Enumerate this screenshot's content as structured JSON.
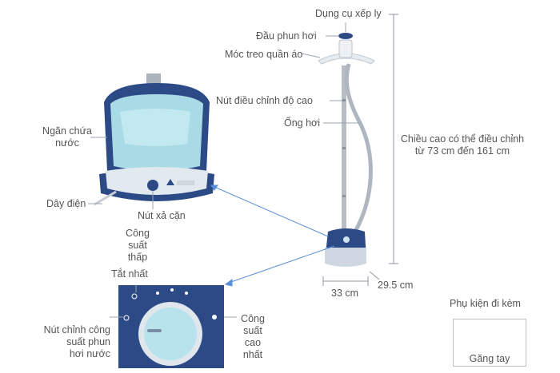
{
  "labels": {
    "pleat_tool": "Dụng cụ xếp ly",
    "spray_head": "Đầu phun hơi",
    "hanger": "Móc treo quần áo",
    "height_button": "Nút điều chỉnh độ cao",
    "steam_hose": "Ống hơi",
    "height_range_line1": "Chiều cao có thể điều chỉnh",
    "height_range_line2": "từ 73 cm đến 161 cm",
    "water_tank_line1": "Ngăn chứa",
    "water_tank_line2": "nước",
    "power_cord": "Dây điện",
    "drain_button": "Nút xả cặn",
    "low_power_line1": "Công",
    "low_power_line2": "suất",
    "low_power_line3": "thấp",
    "off": "Tắt nhất",
    "adjust_line1": "Nút chỉnh công",
    "adjust_line2": "suất phun",
    "adjust_line3": "hơi nước",
    "high_power_line1": "Công",
    "high_power_line2": "suất",
    "high_power_line3": "cao",
    "high_power_line4": "nhất",
    "width_dim": "33 cm",
    "depth_dim": "29.5 cm",
    "accessory_title": "Phụ kiện đi kèm",
    "glove": "Găng tay"
  },
  "colors": {
    "navy": "#2c4a86",
    "aqua": "#a8dbe6",
    "pale": "#dfe7ee",
    "arrow": "#5b8fd8",
    "leader": "#9aa4b0"
  }
}
